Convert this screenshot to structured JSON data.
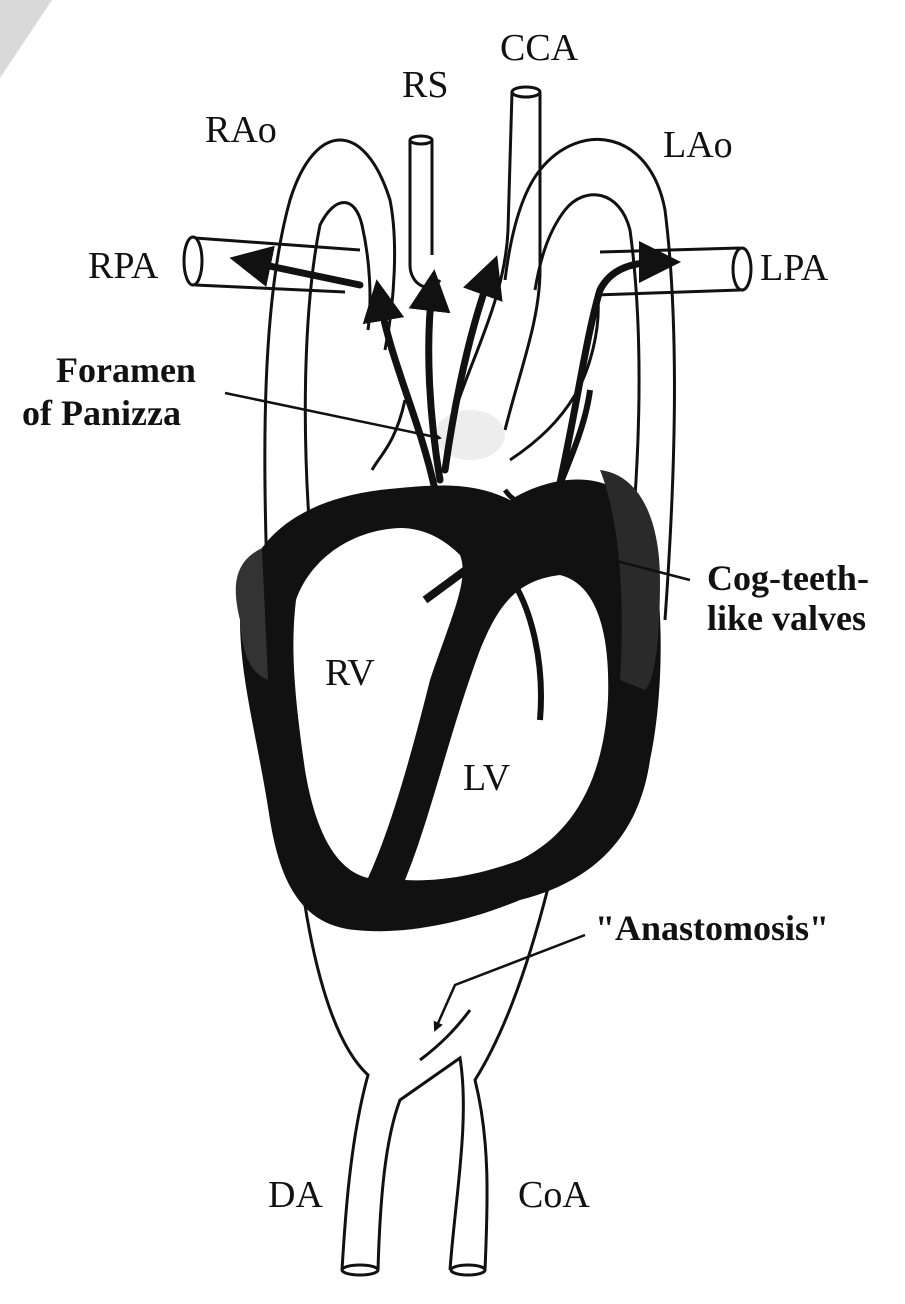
{
  "labels": {
    "cca": "CCA",
    "rs": "RS",
    "rao": "RAo",
    "lao": "LAo",
    "rpa": "RPA",
    "lpa": "LPA",
    "foramen_line1": "Foramen",
    "foramen_line2": "of Panizza",
    "cog_line1": "Cog-teeth-",
    "cog_line2": "like valves",
    "rv": "RV",
    "lv": "LV",
    "anastomosis": "\"Anastomosis\"",
    "da": "DA",
    "coa": "CoA"
  },
  "colors": {
    "ink": "#111111",
    "paper": "#ffffff",
    "corner_shade": "#d9d9d9"
  }
}
